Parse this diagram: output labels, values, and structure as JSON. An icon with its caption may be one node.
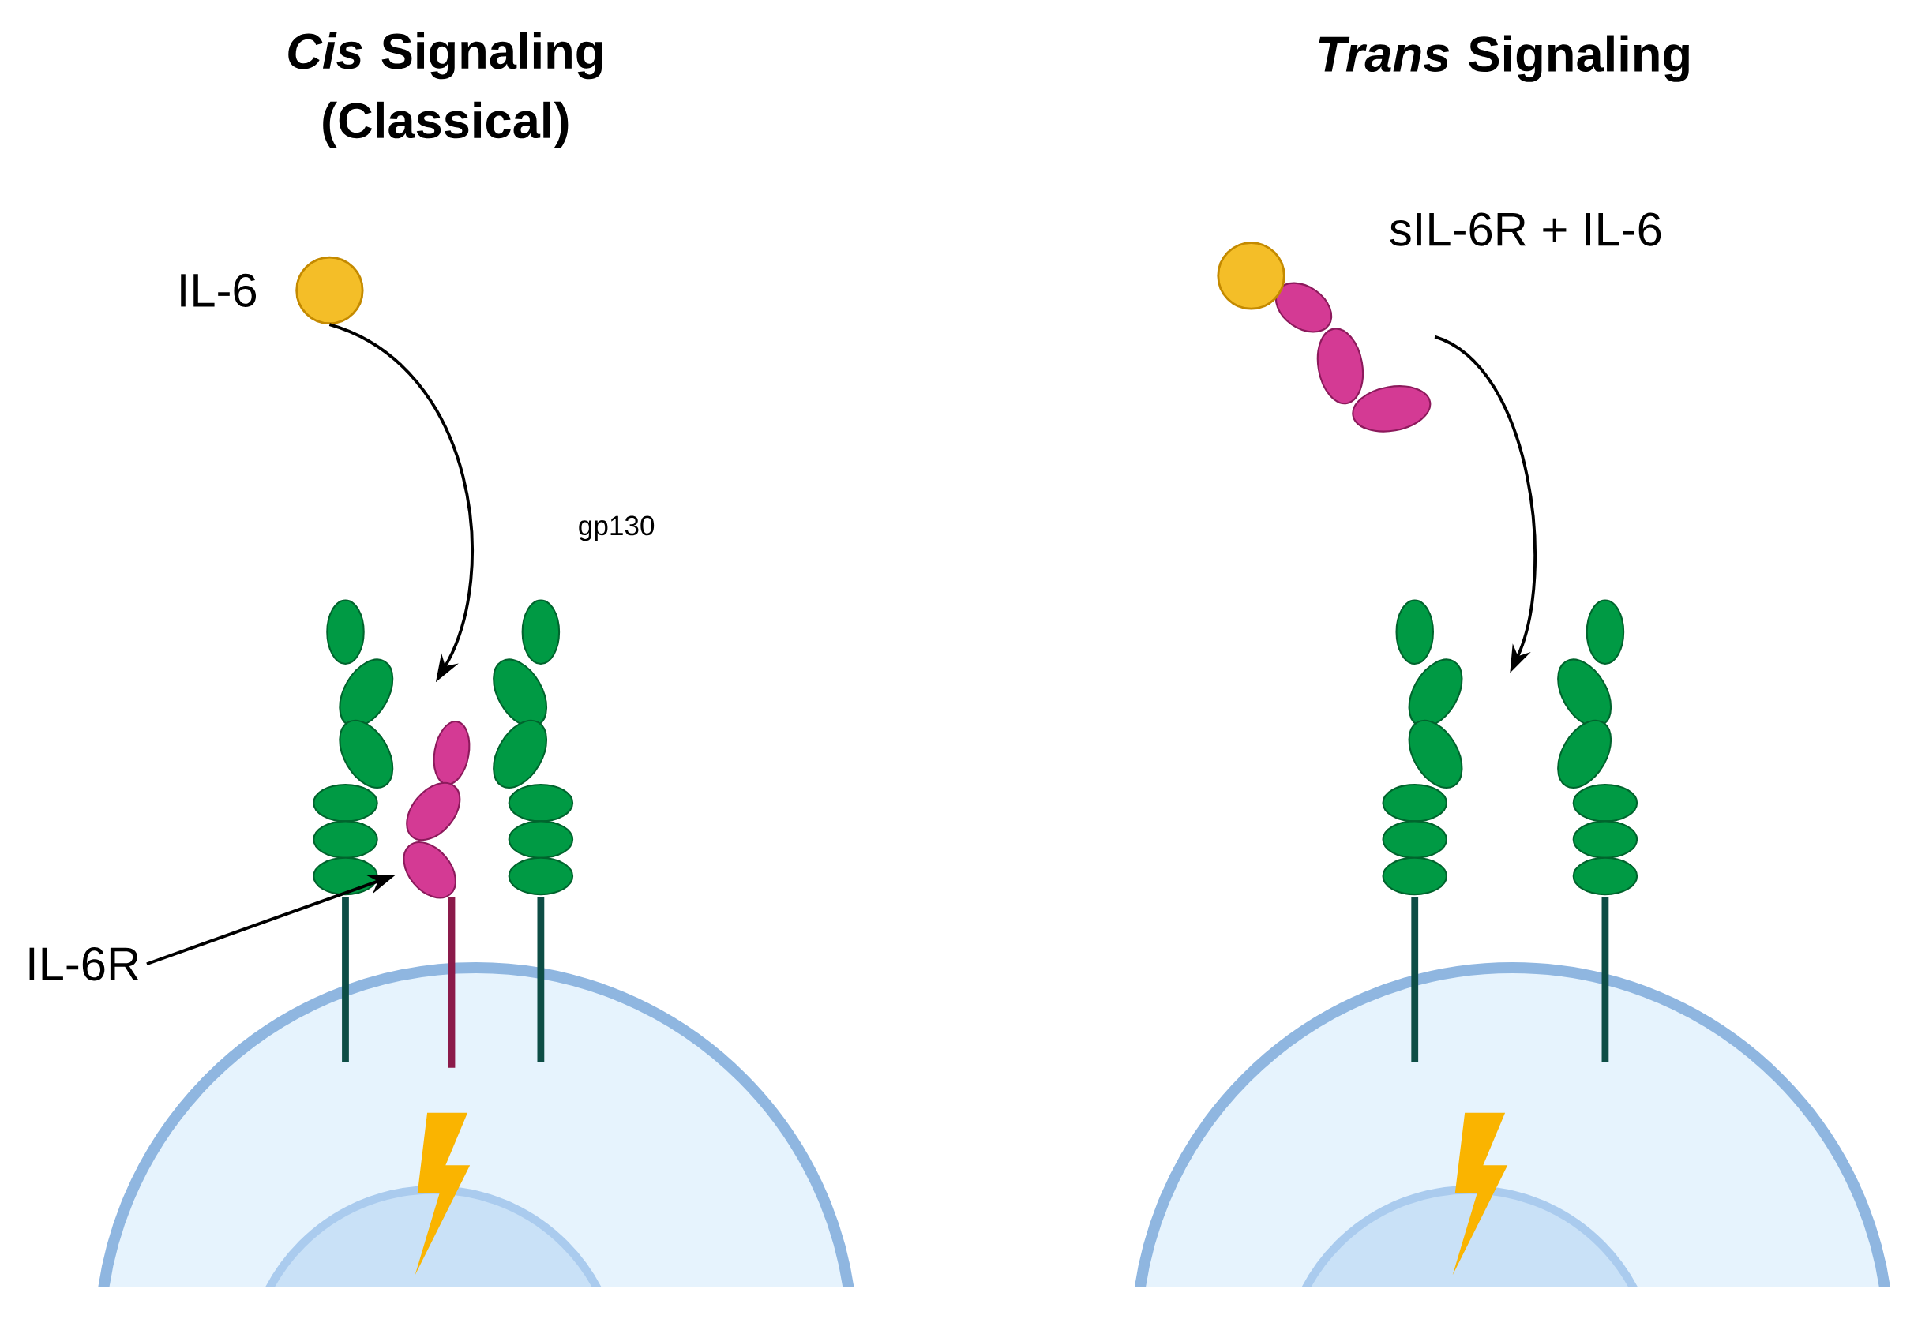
{
  "diagram": {
    "nodes": [
      {
        "text": [],
        "shape": "circle",
        "beside": [
          "IL-6"
        ]
      },
      {
        "text": [],
        "shape": "picture"
      },
      {
        "text": [
          "IL-6R"
        ]
      },
      {
        "text": [],
        "shape": "picture",
        "beside": [
          "sIL-6R + IL-6"
        ]
      },
      {
        "text": [],
        "shape": "picture"
      }
    ],
    "edges": [
      {
        "from": 0,
        "to": 1,
        "arrow": "to"
      },
      {
        "from": 2,
        "to": 1,
        "arrow": "to"
      },
      {
        "from": 3,
        "to": 4,
        "arrow": "to"
      }
    ],
    "labels": [
      "*Cis* Signaling (Classical)",
      "*Trans* Signaling",
      "gp130"
    ]
  }
}
